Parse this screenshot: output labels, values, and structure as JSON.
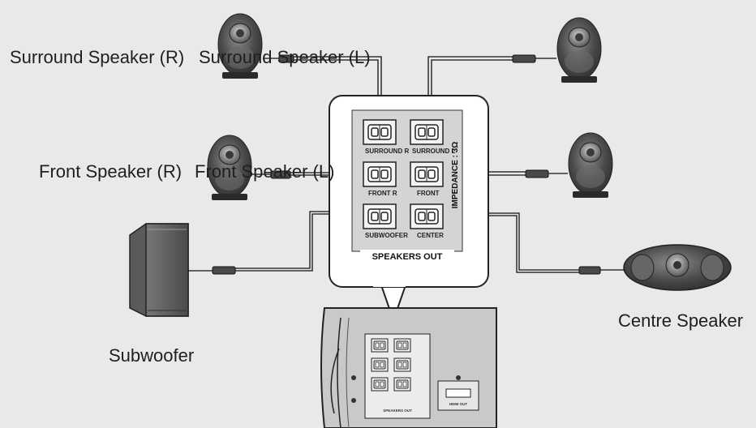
{
  "labels": {
    "surround_right": "Surround Speaker (R)",
    "surround_left": "Surround Speaker (L)",
    "front_right": "Front Speaker (R)",
    "front_left": "Front Speaker (L)",
    "subwoofer": "Subwoofer",
    "centre": "Centre Speaker"
  },
  "panel": {
    "title": "SPEAKERS OUT",
    "impedance": "IMPEDANCE : 3Ω",
    "terminals": [
      "SURROUND R",
      "SURROUND L",
      "FRONT R",
      "FRONT",
      "SUBWOOFER",
      "CENTER"
    ]
  },
  "unit": {
    "hdmi_label": "HDMI OUT",
    "speakers_out_label": "SPEAKERS OUT"
  },
  "icons": {
    "speaker": "speaker-icon",
    "subwoofer": "subwoofer-icon",
    "centre": "centre-speaker-icon",
    "terminal": "speaker-terminal-icon"
  }
}
